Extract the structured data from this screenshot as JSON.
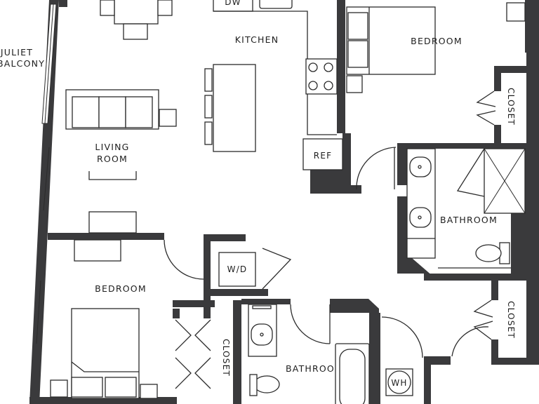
{
  "rooms": {
    "kitchen": "KITCHEN",
    "living_line1": "LIVING",
    "living_line2": "ROOM",
    "juliet_line1": "JULIET",
    "juliet_line2": "BALCONY",
    "bedroom_top": "BEDROOM",
    "bedroom_left": "BEDROOM",
    "bathroom_right": "BATHROOM",
    "bathroom_bottom": "BATHROOM",
    "closet_top_right": "CLOSET",
    "closet_bottom_right": "CLOSET",
    "closet_left": "CLOSET"
  },
  "fixtures": {
    "dishwasher": "DW",
    "refrigerator": "REF",
    "washer_dryer": "W/D",
    "water_heater": "WH"
  },
  "colors": {
    "wall": "#3a3a3c",
    "line": "#2b2b2b",
    "background": "#ffffff"
  }
}
